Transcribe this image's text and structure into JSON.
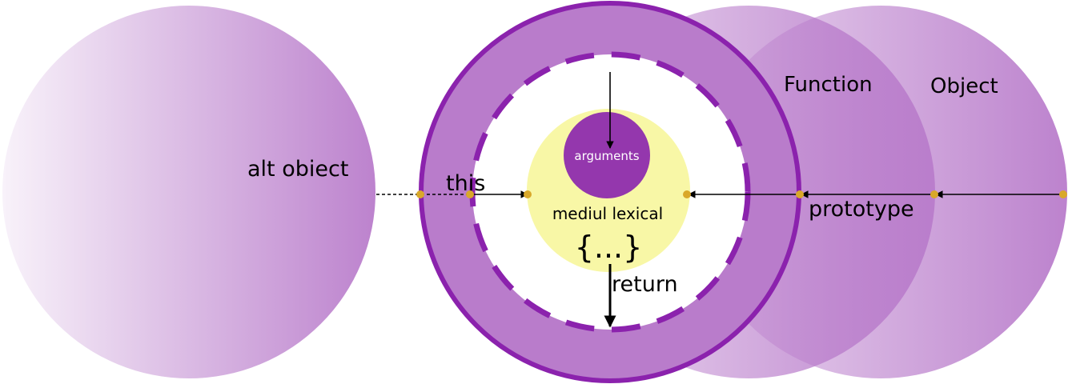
{
  "diagram": {
    "labels": {
      "alt_object": "alt obiect",
      "function": "Function",
      "object": "Object",
      "this": "this",
      "prototype": "prototype",
      "arguments": "arguments",
      "lexical_env": "mediul lexical",
      "body": "{...}",
      "return": "return"
    }
  },
  "colors": {
    "purple_dark": "#8b22ad",
    "purple_mid": "#b97ccb",
    "purple_args": "#9437ad",
    "yellow_env": "#f8f7a6",
    "connector_dot": "#d9a82a",
    "arrow": "#000000"
  }
}
